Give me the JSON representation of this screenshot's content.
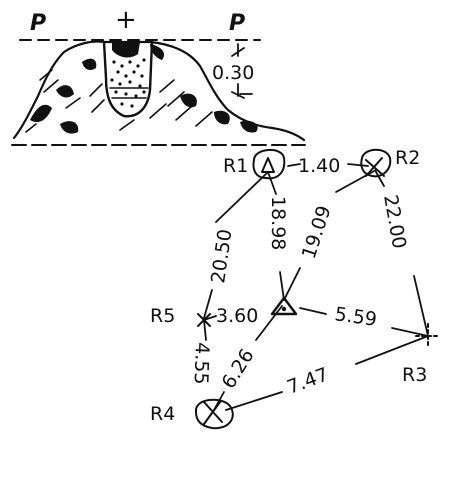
{
  "section": {
    "left_marker": "P",
    "right_marker": "P",
    "center_marker": "+",
    "depth_value": "0.30"
  },
  "stations": {
    "r1": "R1",
    "r2": "R2",
    "r3": "R3",
    "r4": "R4",
    "r5": "R5"
  },
  "distances": {
    "r1_r2": "1.40",
    "r1_down": "18.98",
    "r5_r1": "20.50",
    "r2_r3": "22.00",
    "tri_r2": "19.09",
    "r5_tri": "3.60",
    "tri_r3": "5.59",
    "r4_tri": "6.26",
    "r5_r4": "4.55",
    "r4_r3": "7.47"
  }
}
